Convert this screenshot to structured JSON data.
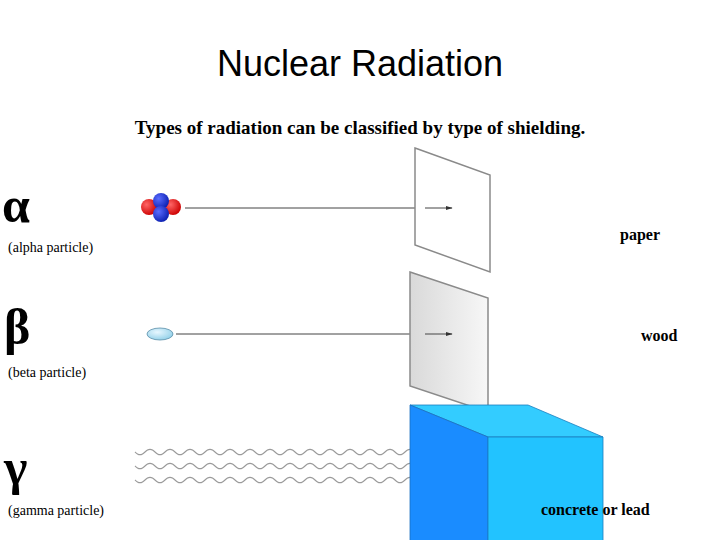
{
  "diagram": {
    "title": "Nuclear Radiation",
    "labels": [
      "Types of radiation can be classified by type of shielding.",
      "α",
      "paper",
      "(alpha particle)",
      "β",
      "wood",
      "(beta particle)",
      "γ",
      "(gamma particle)",
      "concrete or lead"
    ]
  }
}
